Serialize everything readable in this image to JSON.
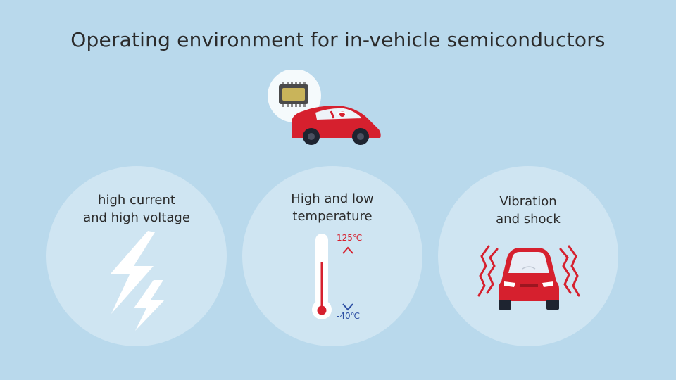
{
  "title": "Operating environment for in-vehicle semiconductors",
  "circles": [
    {
      "name": "current-voltage",
      "line1": "high current",
      "line2": "and high voltage",
      "icon": "lightning-bolt-icon"
    },
    {
      "name": "temperature",
      "line1": "High and low",
      "line2": "temperature",
      "icon": "thermometer-icon",
      "high_label": "125℃",
      "low_label": "-40℃"
    },
    {
      "name": "vibration",
      "line1": "Vibration",
      "line2": "and shock",
      "icon": "vibrating-car-icon"
    }
  ],
  "colors": {
    "background": "#b9d9ec",
    "car_red": "#d6202e",
    "high_temp": "#d6202e",
    "low_temp": "#2d4fa3",
    "chip_gold": "#c9b45a"
  }
}
